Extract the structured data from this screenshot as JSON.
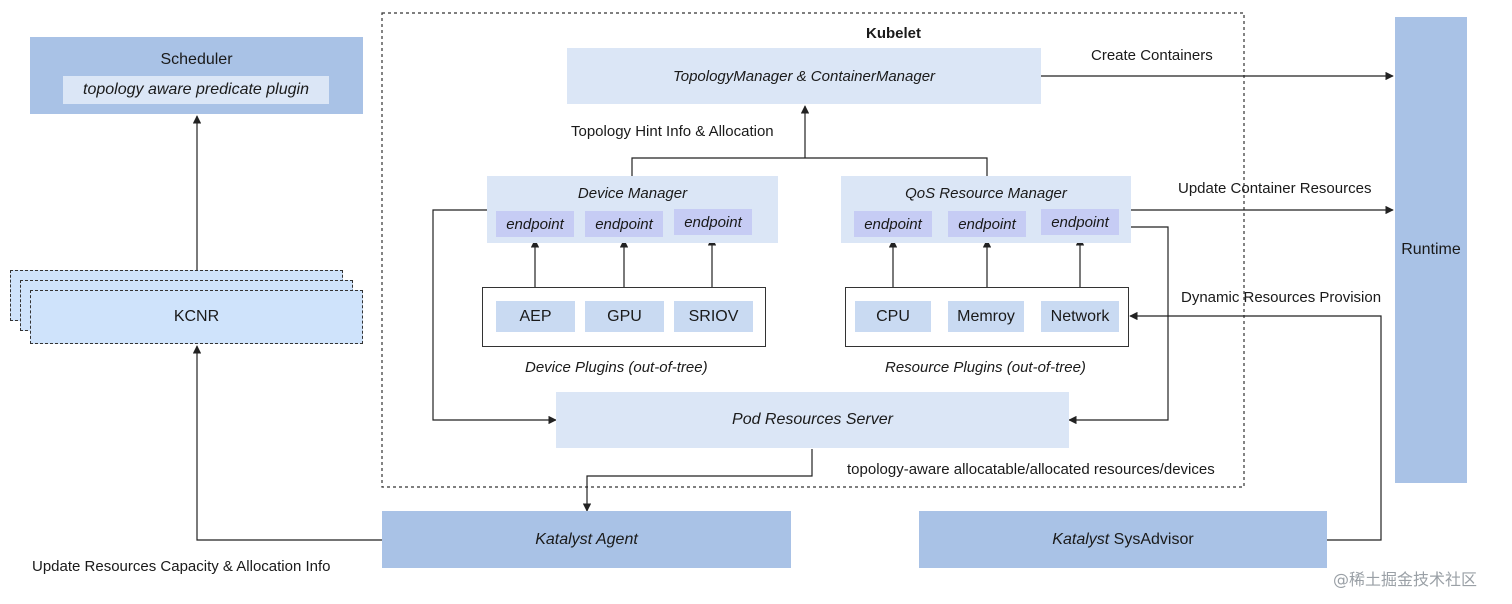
{
  "kubelet": {
    "title": "Kubelet",
    "topology_manager": "TopologyManager & ContainerManager",
    "hint_label": "Topology Hint Info & Allocation",
    "device_manager": {
      "title": "Device Manager",
      "endpoints": [
        "endpoint",
        "endpoint",
        "endpoint"
      ]
    },
    "qos_manager": {
      "title": "QoS Resource Manager",
      "endpoints": [
        "endpoint",
        "endpoint",
        "endpoint"
      ]
    },
    "device_plugins": {
      "items": [
        "AEP",
        "GPU",
        "SRIOV"
      ],
      "caption": "Device Plugins (out-of-tree)"
    },
    "resource_plugins": {
      "items": [
        "CPU",
        "Memroy",
        "Network"
      ],
      "caption": "Resource Plugins (out-of-tree)"
    },
    "pod_resources_server": "Pod Resources Server",
    "allocatable_label": "topology-aware allocatable/allocated resources/devices"
  },
  "scheduler": {
    "title": "Scheduler",
    "plugin": "topology aware predicate plugin"
  },
  "kcnr": "KCNR",
  "runtime": "Runtime",
  "katalyst_agent": "Katalyst Agent",
  "katalyst_sysadvisor": {
    "prefix": "Katalyst",
    "suffix": " SysAdvisor"
  },
  "edge_labels": {
    "create_containers": "Create Containers",
    "update_container_resources": "Update Container Resources",
    "dynamic_resources_provision": "Dynamic Resources Provision",
    "update_resources_capacity": "Update Resources Capacity & Allocation Info"
  },
  "watermark": "@稀土掘金技术社区"
}
